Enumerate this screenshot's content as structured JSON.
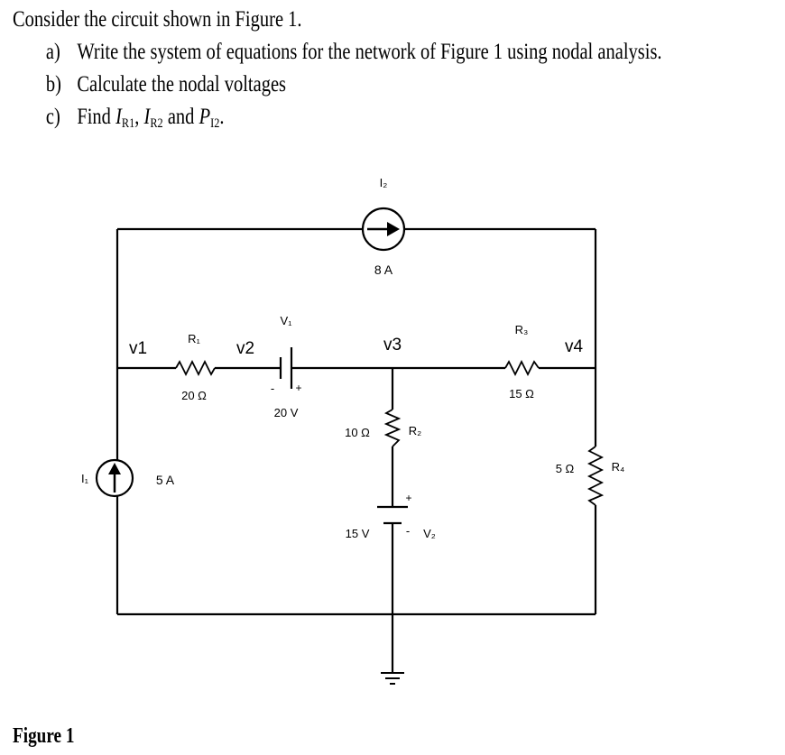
{
  "problem": {
    "intro": "Consider the circuit shown in Figure 1.",
    "items": [
      {
        "letter": "a)",
        "text": "Write the system of equations for the network of Figure 1 using nodal analysis."
      },
      {
        "letter": "b)",
        "text": "Calculate the nodal voltages"
      },
      {
        "letter": "c)",
        "text_prefix": "Find ",
        "i1": "I",
        "i1_sub": "R1",
        "sep": ", ",
        "i2": "I",
        "i2_sub": "R2",
        "and": " and ",
        "p": "P",
        "p_sub": "I2",
        "end": "."
      }
    ]
  },
  "circuit": {
    "nodes": {
      "v1": "v1",
      "v2": "v2",
      "v3": "v3",
      "v4": "v4"
    },
    "I1": {
      "name": "I₁",
      "value": "5 A"
    },
    "I2": {
      "name": "I₂",
      "value": "8 A"
    },
    "R1": {
      "name": "R₁",
      "value": "20 Ω"
    },
    "R2": {
      "name": "R₂",
      "value": "10 Ω"
    },
    "R3": {
      "name": "R₃",
      "value": "15 Ω"
    },
    "R4": {
      "name": "R₄",
      "value": "5 Ω"
    },
    "V1": {
      "name": "V₁",
      "value": "20 V",
      "minus": "-",
      "plus": "+"
    },
    "V2": {
      "name": "V₂",
      "value": "15 V",
      "minus": "-",
      "plus": "+"
    }
  },
  "figure_label": "Figure 1"
}
